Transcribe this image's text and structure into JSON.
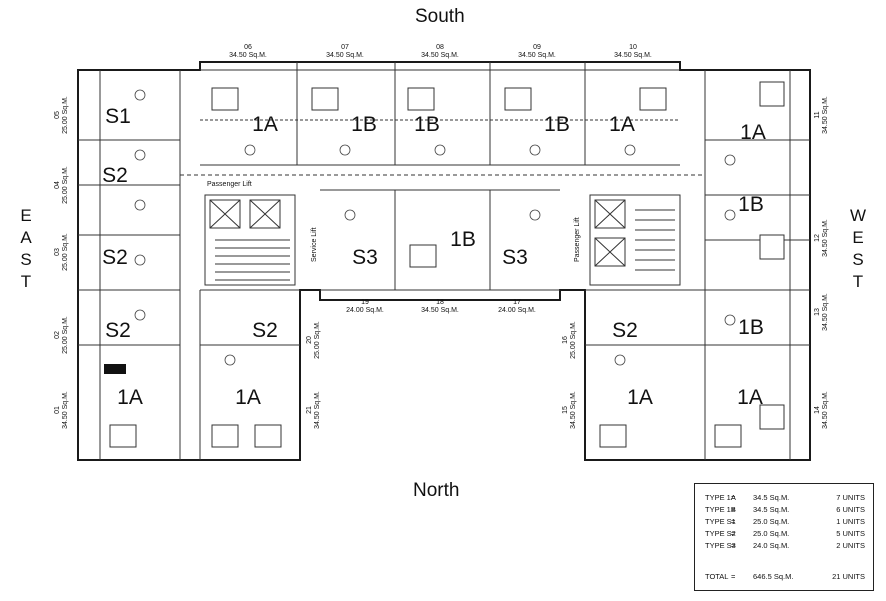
{
  "compass": {
    "south": "South",
    "north": "North",
    "east": "EAST",
    "west": "WEST"
  },
  "units": [
    {
      "no": "01",
      "area": "34.50 Sq.M.",
      "type": "1A"
    },
    {
      "no": "02",
      "area": "25.00 Sq.M.",
      "type": "S2"
    },
    {
      "no": "03",
      "area": "25.00 Sq.M.",
      "type": "S2"
    },
    {
      "no": "04",
      "area": "25.00 Sq.M.",
      "type": "S2"
    },
    {
      "no": "05",
      "area": "25.00 Sq.M.",
      "type": "S1"
    },
    {
      "no": "06",
      "area": "34.50 Sq.M.",
      "type": "1A"
    },
    {
      "no": "07",
      "area": "34.50 Sq.M.",
      "type": "1B"
    },
    {
      "no": "08",
      "area": "34.50 Sq.M.",
      "type": "1B"
    },
    {
      "no": "09",
      "area": "34.50 Sq.M.",
      "type": "1B"
    },
    {
      "no": "10",
      "area": "34.50 Sq.M.",
      "type": "1A"
    },
    {
      "no": "11",
      "area": "34.50 Sq.M.",
      "type": "1A"
    },
    {
      "no": "12",
      "area": "34.50 Sq.M.",
      "type": "1B"
    },
    {
      "no": "13",
      "area": "34.50 Sq.M.",
      "type": "1B"
    },
    {
      "no": "14",
      "area": "34.50 Sq.M.",
      "type": "1A"
    },
    {
      "no": "15",
      "area": "34.50 Sq.M.",
      "type": "1A"
    },
    {
      "no": "16",
      "area": "25.00 Sq.M.",
      "type": "S2"
    },
    {
      "no": "17",
      "area": "24.00 Sq.M.",
      "type": "S3"
    },
    {
      "no": "18",
      "area": "34.50 Sq.M.",
      "type": "1B"
    },
    {
      "no": "19",
      "area": "24.00 Sq.M.",
      "type": "S3"
    },
    {
      "no": "20",
      "area": "25.00 Sq.M.",
      "type": "S2"
    },
    {
      "no": "21",
      "area": "34.50 Sq.M.",
      "type": "1A"
    }
  ],
  "labels": {
    "passenger_lift_left": "Passenger Lift",
    "passenger_lift_right": "Passenger Lift",
    "service_lift": "Service Lift"
  },
  "legend": {
    "rows": [
      {
        "type": "TYPE 1A",
        "eq": "=",
        "area": "34.5 Sq.M.",
        "units": "7 UNITS"
      },
      {
        "type": "TYPE 1B",
        "eq": "=",
        "area": "34.5 Sq.M.",
        "units": "6 UNITS"
      },
      {
        "type": "TYPE S1",
        "eq": "=",
        "area": "25.0 Sq.M.",
        "units": "1 UNITS"
      },
      {
        "type": "TYPE S2",
        "eq": "=",
        "area": "25.0 Sq.M.",
        "units": "5 UNITS"
      },
      {
        "type": "TYPE S3",
        "eq": "=",
        "area": "24.0 Sq.M.",
        "units": "2 UNITS"
      }
    ],
    "total": {
      "label": "TOTAL",
      "eq": "=",
      "area": "646.5 Sq.M.",
      "units": "21 UNITS"
    }
  },
  "colors": {
    "wall": "#1a1a1a",
    "line": "#333333",
    "background": "#ffffff"
  }
}
